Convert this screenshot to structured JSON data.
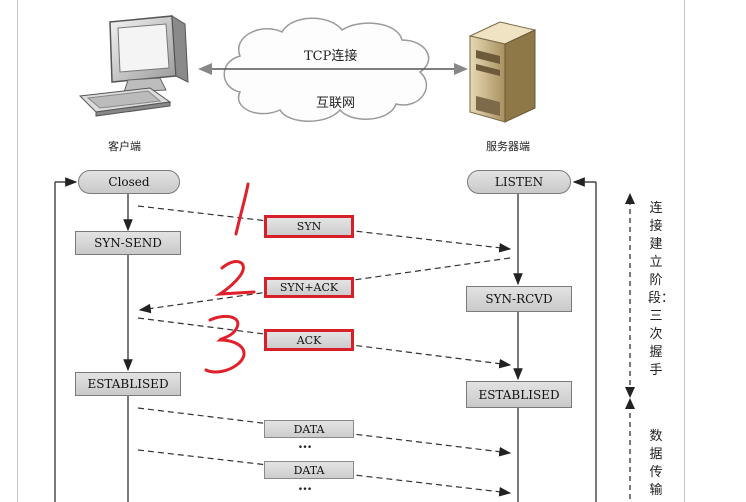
{
  "header": {
    "cloud_top": "TCP连接",
    "cloud_bottom": "互联网",
    "client_label": "客户端",
    "server_label": "服务器端"
  },
  "client_states": {
    "closed": "Closed",
    "syn_send": "SYN-SEND",
    "established": "ESTABLISED"
  },
  "server_states": {
    "listen": "LISTEN",
    "syn_rcvd": "SYN-RCVD",
    "established": "ESTABLISED"
  },
  "messages": {
    "syn": "SYN",
    "syn_ack": "SYN+ACK",
    "ack": "ACK",
    "data1": "DATA",
    "data2": "DATA",
    "dots": "…"
  },
  "annotations": {
    "n1": "1",
    "n2": "2",
    "n3": "3"
  },
  "phases": {
    "connect": "连接建立阶段：三次握手",
    "transfer": "数据传输"
  },
  "colors": {
    "highlight": "#d8202a",
    "handwriting": "#e0202a"
  }
}
